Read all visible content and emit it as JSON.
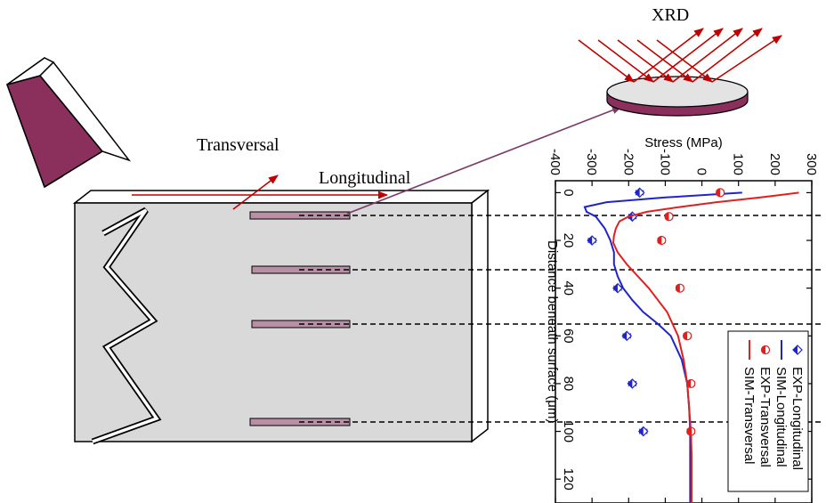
{
  "labels": {
    "xrd": "XRD",
    "transversal": "Transversal",
    "longitudinal": "Longitudinal"
  },
  "colors": {
    "tool": "#8b2f5d",
    "specimen": "#d9d9d9",
    "arrow_red": "#c00000",
    "connector": "#7a3a68",
    "slot": "#b98fa6",
    "exp_longitudinal": "#1f24c8",
    "sim_longitudinal": "#1f24c8",
    "exp_transversal": "#e02020",
    "sim_transversal": "#e02020"
  },
  "chart_data": {
    "type": "line",
    "orientation": "rotated-90-clockwise",
    "xlabel": "Distance beneath surface (μm)",
    "ylabel": "Stress (MPa)",
    "xlim": [
      -5,
      130
    ],
    "ylim": [
      -400,
      300
    ],
    "x_ticks": [
      0,
      20,
      40,
      60,
      80,
      100,
      120
    ],
    "y_ticks": [
      -400,
      -300,
      -200,
      -100,
      0,
      100,
      200,
      300
    ],
    "y_tick_labels": [
      "-400",
      "-300",
      "-200",
      "-100",
      "0",
      "100",
      "200",
      "300"
    ],
    "legend_placement": "bottom-right",
    "series": [
      {
        "name": "EXP-Longitudinal",
        "kind": "points",
        "marker": "half-filled-diamond",
        "color": "#1f24c8",
        "x": [
          0,
          10,
          20,
          40,
          60,
          80,
          100
        ],
        "y": [
          -170,
          -190,
          -300,
          -230,
          -205,
          -190,
          -160
        ],
        "error": [
          10,
          10,
          10,
          10,
          10,
          10,
          10
        ]
      },
      {
        "name": "SIM-Longitudinal",
        "kind": "line",
        "color": "#1f24c8",
        "x": [
          0,
          2,
          4,
          6,
          8,
          10,
          15,
          20,
          25,
          30,
          35,
          40,
          45,
          50,
          55,
          60,
          70,
          80,
          90,
          100,
          110,
          130
        ],
        "y": [
          110,
          -100,
          -260,
          -320,
          -315,
          -290,
          -265,
          -250,
          -240,
          -240,
          -230,
          -215,
          -190,
          -160,
          -120,
          -85,
          -55,
          -40,
          -35,
          -32,
          -32,
          -32
        ]
      },
      {
        "name": "EXP-Transversal",
        "kind": "points",
        "marker": "half-filled-circle",
        "color": "#e02020",
        "x": [
          0,
          10,
          20,
          40,
          60,
          80,
          100
        ],
        "y": [
          50,
          -90,
          -110,
          -60,
          -40,
          -30,
          -30
        ],
        "error": [
          10,
          10,
          10,
          10,
          10,
          10,
          10
        ]
      },
      {
        "name": "SIM-Transversal",
        "kind": "line",
        "color": "#e02020",
        "x": [
          0,
          2,
          4,
          6,
          8,
          10,
          12,
          15,
          18,
          21,
          25,
          30,
          35,
          40,
          50,
          60,
          70,
          80,
          90,
          100,
          110,
          130
        ],
        "y": [
          265,
          160,
          40,
          -60,
          -150,
          -200,
          -225,
          -235,
          -240,
          -242,
          -230,
          -205,
          -175,
          -145,
          -95,
          -65,
          -50,
          -40,
          -35,
          -30,
          -28,
          -28
        ]
      }
    ]
  }
}
